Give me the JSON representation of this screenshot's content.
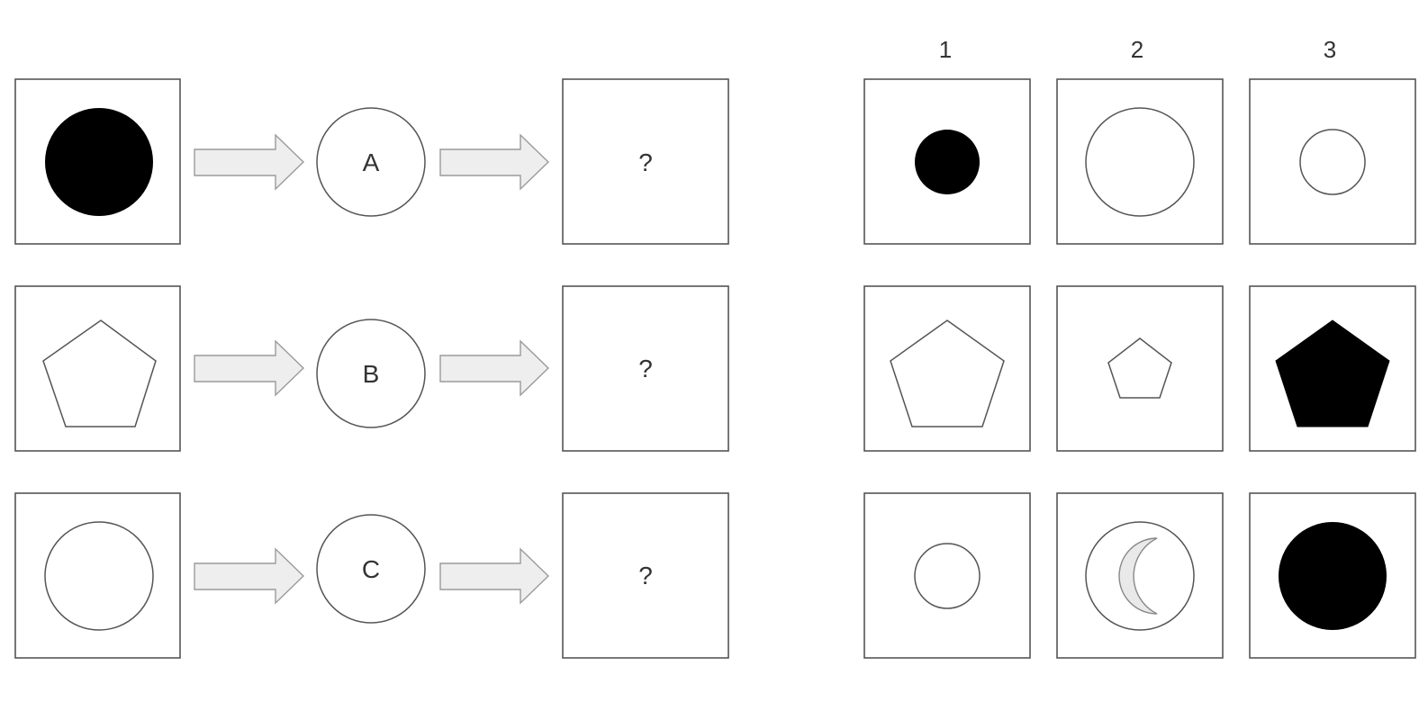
{
  "colors": {
    "background": "#ffffff",
    "frame_stroke": "#555555",
    "shape_stroke": "#666666",
    "fill_black": "#000000",
    "arrow_fill": "#eeeeee",
    "arrow_stroke": "#9a9a9a",
    "crescent_fill": "#e9e9e9",
    "text": "#333333"
  },
  "rows": [
    {
      "input_shape": "filled-circle-icon",
      "operator_label": "A",
      "result_label": "?",
      "options": [
        {
          "shape": "small-filled-circle-icon"
        },
        {
          "shape": "large-outline-circle-icon"
        },
        {
          "shape": "small-outline-circle-icon"
        }
      ]
    },
    {
      "input_shape": "outline-pentagon-icon",
      "operator_label": "B",
      "result_label": "?",
      "options": [
        {
          "shape": "large-outline-pentagon-icon"
        },
        {
          "shape": "small-outline-pentagon-icon"
        },
        {
          "shape": "large-filled-pentagon-icon"
        }
      ]
    },
    {
      "input_shape": "outline-circle-icon",
      "operator_label": "C",
      "result_label": "?",
      "options": [
        {
          "shape": "small-outline-circle-icon"
        },
        {
          "shape": "circle-with-crescent-icon"
        },
        {
          "shape": "large-filled-circle-icon"
        }
      ]
    }
  ],
  "option_headers": [
    "1",
    "2",
    "3"
  ]
}
